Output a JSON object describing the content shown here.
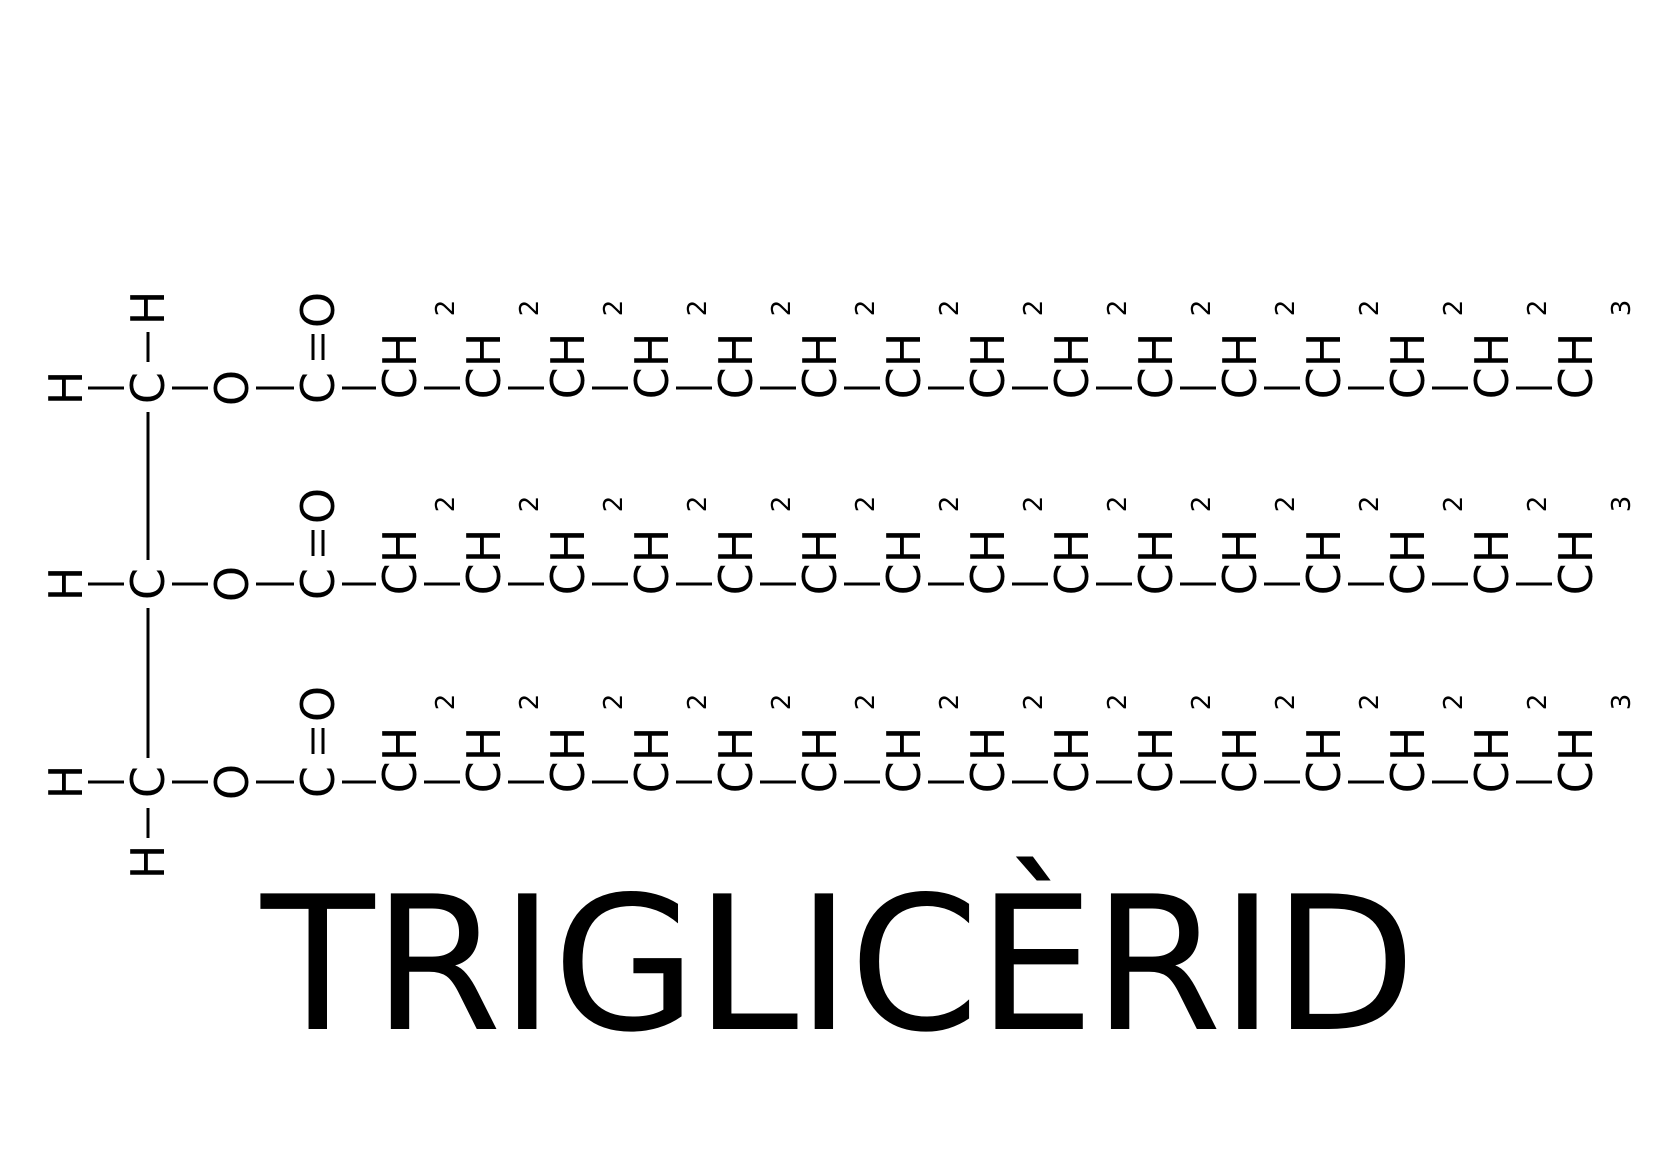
{
  "title": "TRIGLICÈRID",
  "glycerol": {
    "top_h": "H",
    "bottom_h": "H",
    "left_h": "H",
    "carbon": "C"
  },
  "chains": [
    {
      "oxygen": "O",
      "carbonyl": "C=O",
      "groups": [
        "CH2",
        "CH2",
        "CH2",
        "CH2",
        "CH2",
        "CH2",
        "CH2",
        "CH2",
        "CH2",
        "CH2",
        "CH2",
        "CH2",
        "CH2",
        "CH2",
        "CH3"
      ]
    },
    {
      "oxygen": "O",
      "carbonyl": "C=O",
      "groups": [
        "CH2",
        "CH2",
        "CH2",
        "CH2",
        "CH2",
        "CH2",
        "CH2",
        "CH2",
        "CH2",
        "CH2",
        "CH2",
        "CH2",
        "CH2",
        "CH2",
        "CH3"
      ]
    },
    {
      "oxygen": "O",
      "carbonyl": "C=O",
      "groups": [
        "CH2",
        "CH2",
        "CH2",
        "CH2",
        "CH2",
        "CH2",
        "CH2",
        "CH2",
        "CH2",
        "CH2",
        "CH2",
        "CH2",
        "CH2",
        "CH2",
        "CH3"
      ]
    }
  ]
}
